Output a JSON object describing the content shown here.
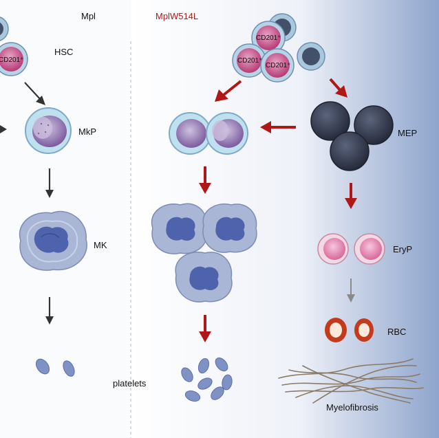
{
  "headers": {
    "left": "Mpl",
    "right": "MplW514L"
  },
  "cell_labels": {
    "hsc": "HSC",
    "mkp": "MkP",
    "mk": "MK",
    "platelets": "platelets",
    "mep": "MEP",
    "eryp": "EryP",
    "rbc": "RBC",
    "myelofibrosis": "Myelofibrosis"
  },
  "marker": "CD201⁺",
  "colors": {
    "arrow_normal": "#333333",
    "arrow_mutant": "#b01818",
    "arrow_light": "#8a8a8a",
    "panel_gradient_end": "#8ea4cc",
    "hsc_cell": "#c2477f",
    "mk_cell": "#a9b6d6",
    "mk_nucleus": "#4f63ad",
    "mep_cell": "#3a4155",
    "eryp_cell": "#e28ab0",
    "rbc": "#c43a1c",
    "platelet": "#7f92c6",
    "fiber": "#8a7a66"
  }
}
